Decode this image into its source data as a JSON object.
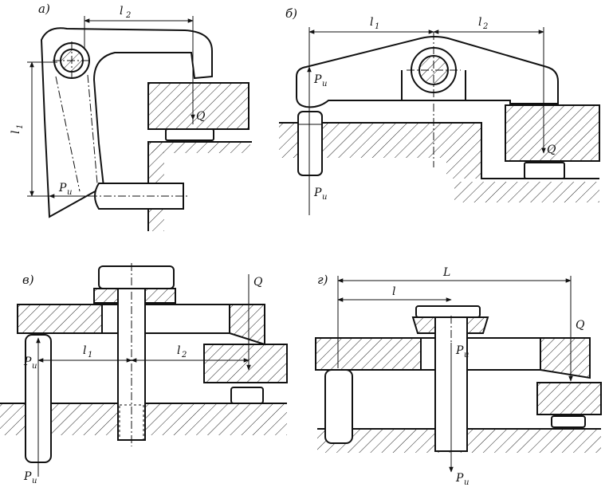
{
  "panels": [
    {
      "id": "a",
      "label": "а)",
      "dimensions": [
        "l",
        "l"
      ],
      "dimension_subscripts": [
        "1",
        "2"
      ],
      "forces": [
        {
          "name": "P",
          "sub": "и"
        },
        {
          "name": "Q",
          "sub": ""
        }
      ]
    },
    {
      "id": "b",
      "label": "б)",
      "dimensions": [
        "l",
        "l"
      ],
      "dimension_subscripts": [
        "1",
        "2"
      ],
      "forces": [
        {
          "name": "P",
          "sub": "и"
        },
        {
          "name": "P",
          "sub": "и"
        },
        {
          "name": "Q",
          "sub": ""
        }
      ]
    },
    {
      "id": "v",
      "label": "в)",
      "dimensions": [
        "l",
        "l"
      ],
      "dimension_subscripts": [
        "1",
        "2"
      ],
      "forces": [
        {
          "name": "P",
          "sub": "и"
        },
        {
          "name": "P",
          "sub": "и"
        },
        {
          "name": "Q",
          "sub": ""
        }
      ]
    },
    {
      "id": "g",
      "label": "г)",
      "dimensions": [
        "L",
        "l"
      ],
      "dimension_subscripts": [
        "",
        ""
      ],
      "forces": [
        {
          "name": "Q",
          "sub": ""
        },
        {
          "name": "P",
          "sub": "и"
        },
        {
          "name": "P",
          "sub": "и"
        }
      ]
    }
  ]
}
